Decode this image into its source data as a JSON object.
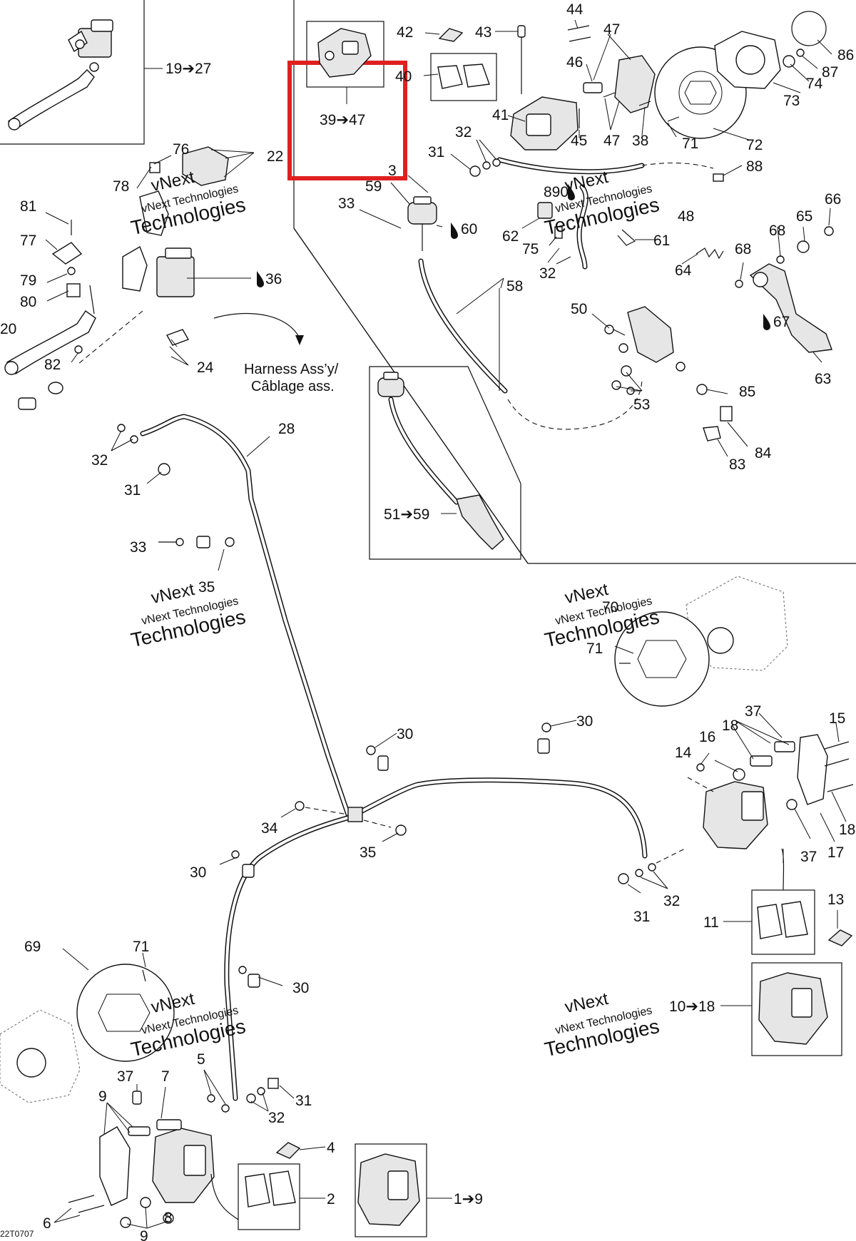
{
  "labels": {
    "l19_27": "19➔27",
    "l39_47": "39➔47",
    "l42": "42",
    "l43": "43",
    "l44": "44",
    "l47a": "47",
    "l47b": "47",
    "l46": "46",
    "l86": "86",
    "l87": "87",
    "l74": "74",
    "l73": "73",
    "l40": "40",
    "l41": "41",
    "l45": "45",
    "l38": "38",
    "l71a": "71",
    "l72": "72",
    "l32a": "32",
    "l31a": "31",
    "l3": "3",
    "l88": "88",
    "l76": "76",
    "l22": "22",
    "l78": "78",
    "l59": "59",
    "l33a": "33",
    "l60": "60",
    "l890": "890",
    "l48": "48",
    "l66": "66",
    "l81": "81",
    "l65": "65",
    "l68a": "68",
    "l77": "77",
    "l62": "62",
    "l61": "61",
    "l75": "75",
    "l64": "64",
    "l68b": "68",
    "l79": "79",
    "l36": "36",
    "l32b": "32",
    "l80": "80",
    "l58": "58",
    "l50": "50",
    "l67": "67",
    "l20": "20",
    "l82": "82",
    "l24": "24",
    "harness1": "Harness Ass’y/",
    "harness2": "Câblage ass.",
    "l85": "85",
    "l53": "53",
    "l63": "63",
    "l28": "28",
    "l84": "84",
    "l83": "83",
    "l32c": "32",
    "l31b": "31",
    "l51_59": "51➔59",
    "l33b": "33",
    "l35a": "35",
    "l70": "70",
    "l71b": "71",
    "l30a": "30",
    "l30b": "30",
    "l37a": "37",
    "l18a": "18",
    "l15": "15",
    "l16": "16",
    "l14": "14",
    "l18b": "18",
    "l34": "34",
    "l35b": "35",
    "l37b": "37",
    "l17": "17",
    "l30c": "30",
    "l31c": "31",
    "l32d": "32",
    "l11": "11",
    "l13": "13",
    "l69": "69",
    "l71c": "71",
    "l30d": "30",
    "l10_18": "10➔18",
    "l5": "5",
    "l37c": "37",
    "l7": "7",
    "l9a": "9",
    "l31d": "31",
    "l32e": "32",
    "l4": "4",
    "l2": "2",
    "l1_9": "1➔9",
    "l6": "6",
    "l9b": "9",
    "l8": "8",
    "code": "22T0707"
  },
  "watermarks": [
    {
      "line1": "vNext",
      "line2": "vNext Technologies",
      "line3": "Technologies"
    },
    {
      "line1": "vNext",
      "line2": "vNext Technologies",
      "line3": "Technologies"
    },
    {
      "line1": "vNext",
      "line2": "vNext Technologies",
      "line3": "Technologies"
    },
    {
      "line1": "vNext",
      "line2": "vNext Technologies",
      "line3": "Technologies"
    },
    {
      "line1": "vNext",
      "line2": "vNext Technologies",
      "line3": "Technologies"
    },
    {
      "line1": "vNext",
      "line2": "vNext Technologies",
      "line3": "Technologies"
    }
  ],
  "colors": {
    "highlight": "#e02020",
    "ink": "#111111",
    "watermark": "#bdbdbd"
  },
  "icons": {
    "drop": "oil-drop-icon",
    "arrow": "arrow-right-glyph"
  }
}
